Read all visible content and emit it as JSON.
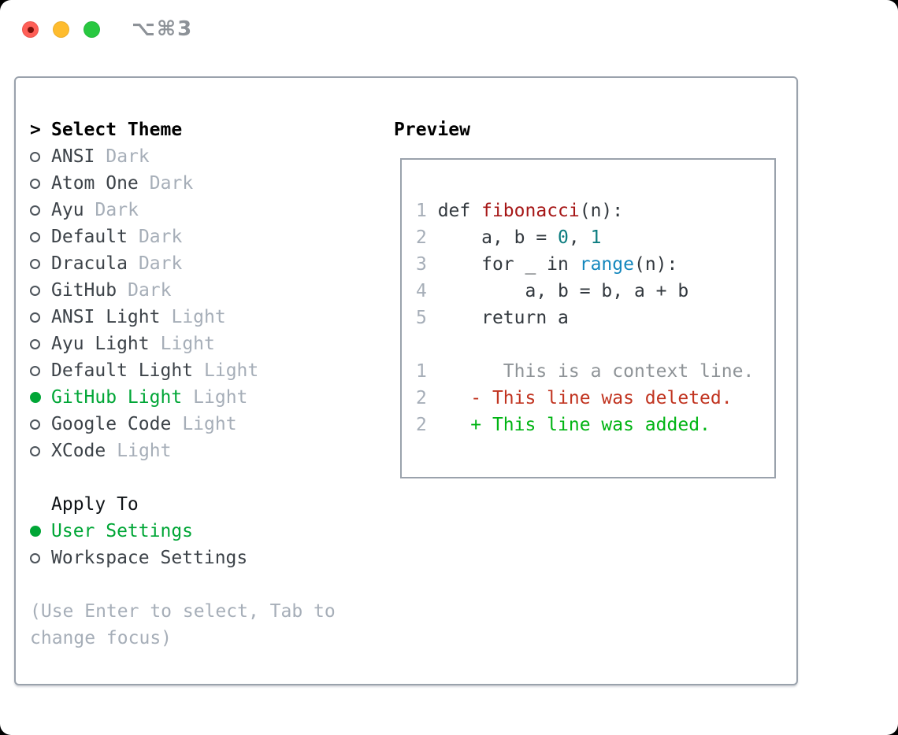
{
  "colors": {
    "ui-green": "#00a636",
    "border-gray": "#9aa2ac",
    "ink": "#3d4349",
    "muted": "#a6aeb8",
    "code-ink": "#32383e",
    "func-red": "#a61717",
    "num-teal": "#0d7d80",
    "builtin-blue": "#1487bd",
    "ctx-gray": "#8e9397",
    "del-red": "#c13420",
    "add-green": "#00b413",
    "titlebar-gray": "#8d9298",
    "traffic-red": "#ff5f57",
    "traffic-yellow": "#febc2e",
    "traffic-green": "#28c840"
  },
  "window": {
    "title_shortcut": "⌥⌘3"
  },
  "theme_list": {
    "marker": ">",
    "header": "Select Theme",
    "items": [
      {
        "label": "ANSI",
        "variant": "Dark",
        "selected": false
      },
      {
        "label": "Atom One",
        "variant": "Dark",
        "selected": false
      },
      {
        "label": "Ayu",
        "variant": "Dark",
        "selected": false
      },
      {
        "label": "Default",
        "variant": "Dark",
        "selected": false
      },
      {
        "label": "Dracula",
        "variant": "Dark",
        "selected": false
      },
      {
        "label": "GitHub",
        "variant": "Dark",
        "selected": false
      },
      {
        "label": "ANSI Light",
        "variant": "Light",
        "selected": false
      },
      {
        "label": "Ayu Light",
        "variant": "Light",
        "selected": false
      },
      {
        "label": "Default Light",
        "variant": "Light",
        "selected": false
      },
      {
        "label": "GitHub Light",
        "variant": "Light",
        "selected": true
      },
      {
        "label": "Google Code",
        "variant": "Light",
        "selected": false
      },
      {
        "label": "XCode",
        "variant": "Light",
        "selected": false
      }
    ]
  },
  "apply_to": {
    "header": "Apply To",
    "options": [
      {
        "label": "User Settings",
        "selected": true
      },
      {
        "label": "Workspace Settings",
        "selected": false
      }
    ]
  },
  "hint": "(Use Enter to select, Tab to change focus)",
  "preview": {
    "title": "Preview",
    "lines": [
      [
        {
          "t": "1",
          "c": "lineno"
        },
        {
          "t": " def ",
          "c": "code"
        },
        {
          "t": "fibonacci",
          "c": "func"
        },
        {
          "t": "(n):",
          "c": "code"
        }
      ],
      [
        {
          "t": "2",
          "c": "lineno"
        },
        {
          "t": "     a, b = ",
          "c": "code"
        },
        {
          "t": "0",
          "c": "number"
        },
        {
          "t": ", ",
          "c": "code"
        },
        {
          "t": "1",
          "c": "number"
        }
      ],
      [
        {
          "t": "3",
          "c": "lineno"
        },
        {
          "t": "     for _ in ",
          "c": "code"
        },
        {
          "t": "range",
          "c": "builtin"
        },
        {
          "t": "(n):",
          "c": "code"
        }
      ],
      [
        {
          "t": "4",
          "c": "lineno"
        },
        {
          "t": "         a, b = b, a + b",
          "c": "code"
        }
      ],
      [
        {
          "t": "5",
          "c": "lineno"
        },
        {
          "t": "     return a",
          "c": "code"
        }
      ],
      [],
      [
        {
          "t": "1",
          "c": "lineno"
        },
        {
          "t": "       This is a context line.",
          "c": "context"
        }
      ],
      [
        {
          "t": "2",
          "c": "lineno"
        },
        {
          "t": "    - This line was deleted.",
          "c": "deleted"
        }
      ],
      [
        {
          "t": "2",
          "c": "lineno"
        },
        {
          "t": "    + This line was added.",
          "c": "added"
        }
      ]
    ]
  }
}
